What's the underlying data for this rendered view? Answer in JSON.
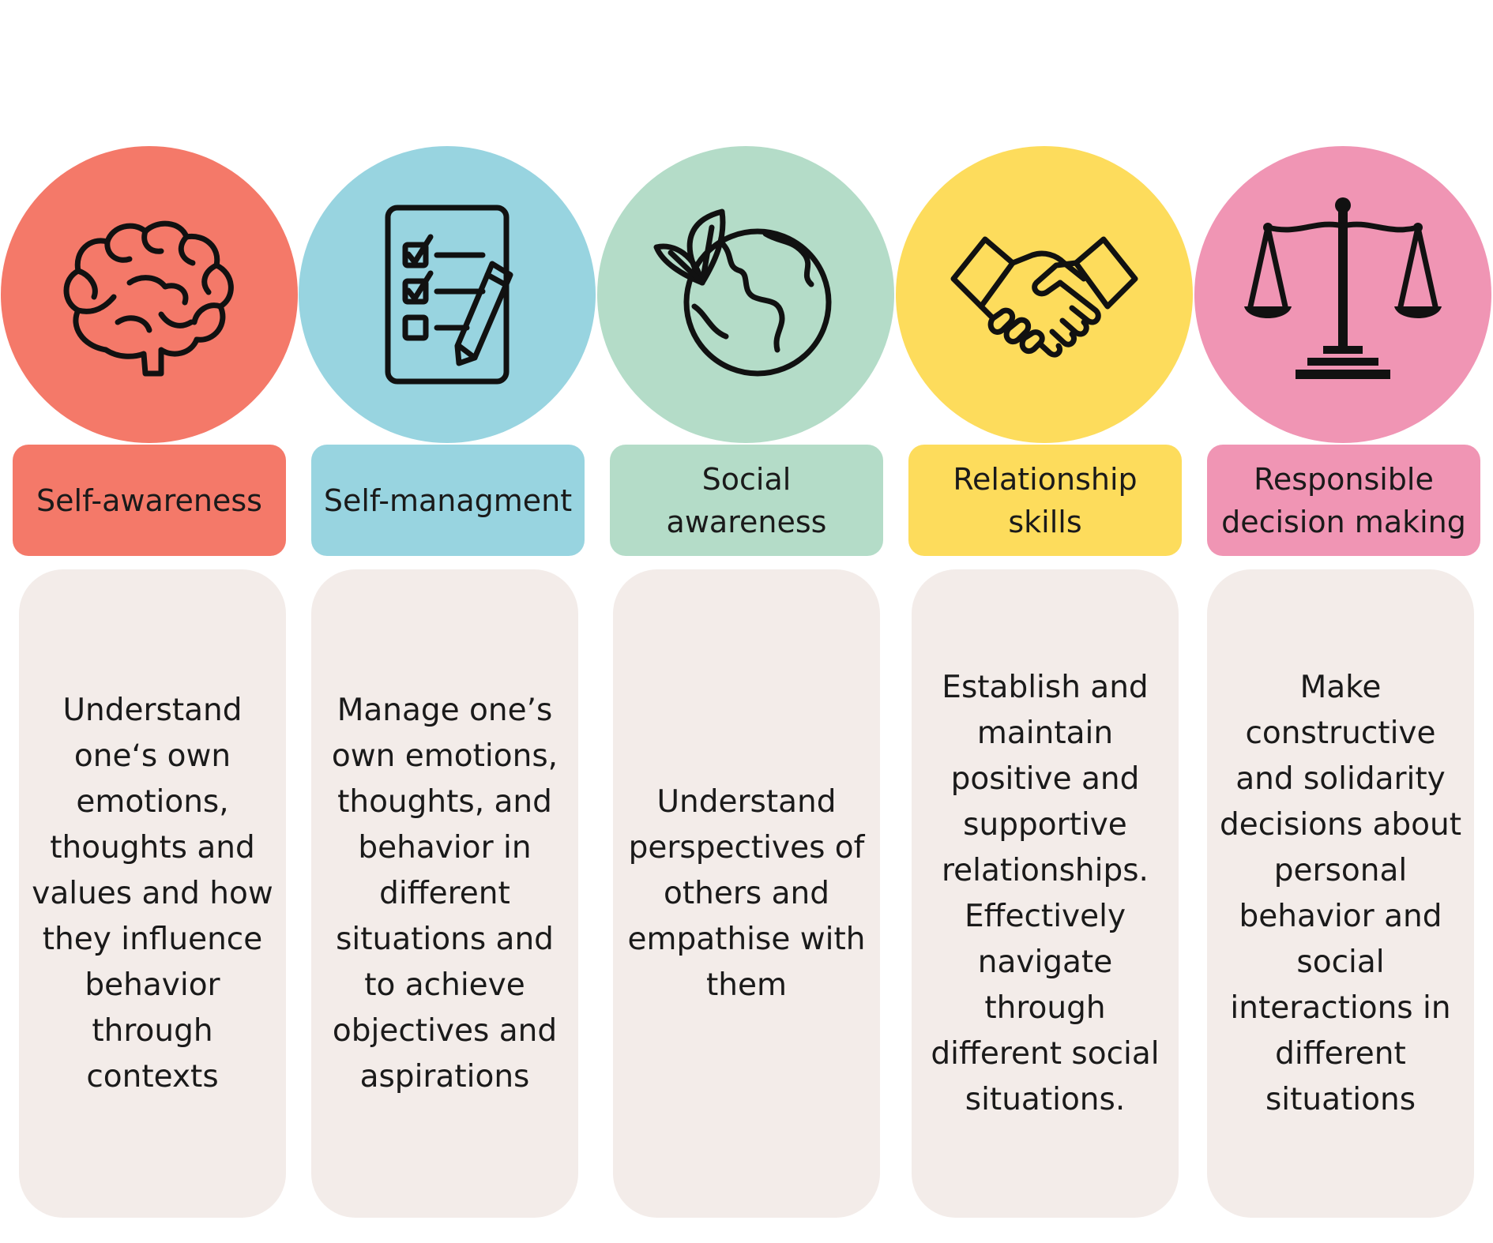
{
  "competencies": [
    {
      "icon": "brain-icon",
      "color": "#f47969",
      "label": "Self-awareness",
      "description": "Understand\none‘s own\nemotions,\nthoughts and\nvalues and how\nthey influence\nbehavior\nthrough\ncontexts"
    },
    {
      "icon": "checklist-icon",
      "color": "#98d4e0",
      "label": "Self-managment",
      "description": "Manage one’s\nown emotions,\nthoughts, and\nbehavior in\ndifferent\nsituations and\nto achieve\nobjectives and\naspirations"
    },
    {
      "icon": "globe-plant-icon",
      "color": "#b4dcc8",
      "label": "Social awareness",
      "description": "Understand\nperspectives of\nothers and\nempathise with\nthem"
    },
    {
      "icon": "handshake-icon",
      "color": "#fddc5c",
      "label": "Relationship skills",
      "description": "Establish and\nmaintain\npositive and\nsupportive\nrelationships.\nEffectively\nnavigate\nthrough\ndifferent social\nsituations."
    },
    {
      "icon": "scales-icon",
      "color": "#f095b4",
      "label": "Responsible decision making",
      "description": "Make\nconstructive\nand solidarity\ndecisions about\npersonal\nbehavior and\nsocial\ninteractions in\ndifferent\nsituations"
    }
  ]
}
